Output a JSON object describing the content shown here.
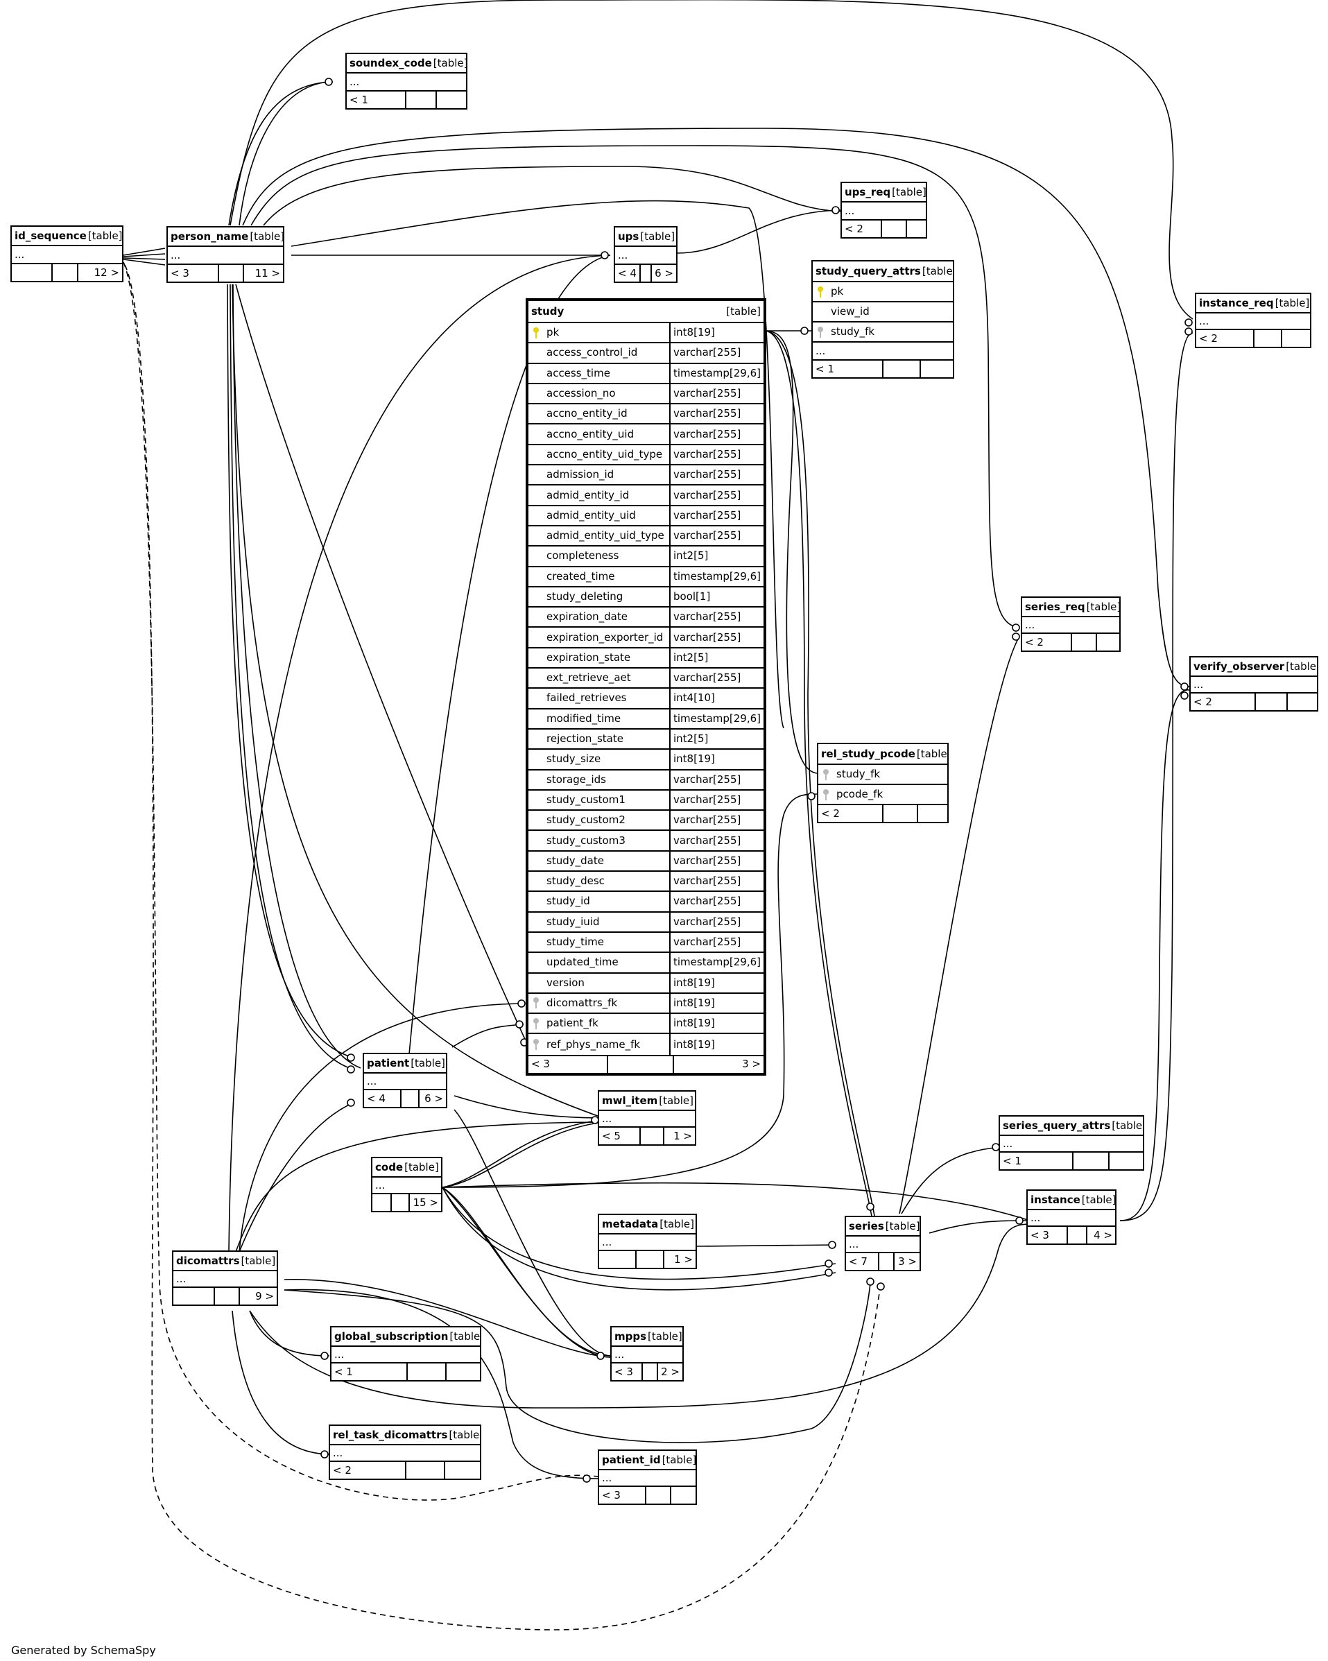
{
  "footer": "Generated by SchemaSpy",
  "tables": {
    "soundex_code": {
      "name": "soundex_code",
      "type": "[table]",
      "row": "...",
      "footer": [
        "< 1",
        "",
        ""
      ]
    },
    "id_sequence": {
      "name": "id_sequence",
      "type": "[table]",
      "row": "...",
      "footer": [
        "",
        "",
        "12 >"
      ]
    },
    "person_name": {
      "name": "person_name",
      "type": "[table]",
      "row": "...",
      "footer": [
        "< 3",
        "",
        "11 >"
      ]
    },
    "ups_req": {
      "name": "ups_req",
      "type": "[table]",
      "row": "...",
      "footer": [
        "< 2",
        "",
        ""
      ]
    },
    "ups": {
      "name": "ups",
      "type": "[table]",
      "row": "...",
      "footer": [
        "< 4",
        "",
        "6 >"
      ]
    },
    "study_query_attrs": {
      "name": "study_query_attrs",
      "type": "[table]",
      "columns": [
        "pk",
        "view_id",
        "study_fk"
      ],
      "row": "...",
      "footer": [
        "< 1",
        "",
        ""
      ]
    },
    "instance_req": {
      "name": "instance_req",
      "type": "[table]",
      "row": "...",
      "footer": [
        "< 2",
        "",
        ""
      ]
    },
    "series_req": {
      "name": "series_req",
      "type": "[table]",
      "row": "...",
      "footer": [
        "< 2",
        "",
        ""
      ]
    },
    "verify_observer": {
      "name": "verify_observer",
      "type": "[table]",
      "row": "...",
      "footer": [
        "< 2",
        "",
        ""
      ]
    },
    "rel_study_pcode": {
      "name": "rel_study_pcode",
      "type": "[table]",
      "columns": [
        "study_fk",
        "pcode_fk"
      ],
      "footer": [
        "< 2",
        "",
        ""
      ]
    },
    "patient": {
      "name": "patient",
      "type": "[table]",
      "row": "...",
      "footer": [
        "< 4",
        "",
        "6 >"
      ]
    },
    "mwl_item": {
      "name": "mwl_item",
      "type": "[table]",
      "row": "...",
      "footer": [
        "< 5",
        "",
        "1 >"
      ]
    },
    "series_query_attrs": {
      "name": "series_query_attrs",
      "type": "[table]",
      "row": "...",
      "footer": [
        "< 1",
        "",
        ""
      ]
    },
    "code": {
      "name": "code",
      "type": "[table]",
      "row": "...",
      "footer": [
        "",
        "",
        "15 >"
      ]
    },
    "metadata": {
      "name": "metadata",
      "type": "[table]",
      "row": "...",
      "footer": [
        "",
        "",
        "1 >"
      ]
    },
    "series": {
      "name": "series",
      "type": "[table]",
      "row": "...",
      "footer": [
        "< 7",
        "",
        "3 >"
      ]
    },
    "instance": {
      "name": "instance",
      "type": "[table]",
      "row": "...",
      "footer": [
        "< 3",
        "",
        "4 >"
      ]
    },
    "dicomattrs": {
      "name": "dicomattrs",
      "type": "[table]",
      "row": "...",
      "footer": [
        "",
        "",
        "9 >"
      ]
    },
    "global_subscription": {
      "name": "global_subscription",
      "type": "[table]",
      "row": "...",
      "footer": [
        "< 1",
        "",
        ""
      ]
    },
    "mpps": {
      "name": "mpps",
      "type": "[table]",
      "row": "...",
      "footer": [
        "< 3",
        "",
        "2 >"
      ]
    },
    "rel_task_dicomattrs": {
      "name": "rel_task_dicomattrs",
      "type": "[table]",
      "row": "...",
      "footer": [
        "< 2",
        "",
        ""
      ]
    },
    "patient_id": {
      "name": "patient_id",
      "type": "[table]",
      "row": "...",
      "footer": [
        "< 3",
        "",
        ""
      ]
    }
  },
  "study": {
    "name": "study",
    "type": "[table]",
    "columns": [
      {
        "name": "pk",
        "type": "int8[19]",
        "key": "pk"
      },
      {
        "name": "access_control_id",
        "type": "varchar[255]"
      },
      {
        "name": "access_time",
        "type": "timestamp[29,6]"
      },
      {
        "name": "accession_no",
        "type": "varchar[255]"
      },
      {
        "name": "accno_entity_id",
        "type": "varchar[255]"
      },
      {
        "name": "accno_entity_uid",
        "type": "varchar[255]"
      },
      {
        "name": "accno_entity_uid_type",
        "type": "varchar[255]"
      },
      {
        "name": "admission_id",
        "type": "varchar[255]"
      },
      {
        "name": "admid_entity_id",
        "type": "varchar[255]"
      },
      {
        "name": "admid_entity_uid",
        "type": "varchar[255]"
      },
      {
        "name": "admid_entity_uid_type",
        "type": "varchar[255]"
      },
      {
        "name": "completeness",
        "type": "int2[5]"
      },
      {
        "name": "created_time",
        "type": "timestamp[29,6]"
      },
      {
        "name": "study_deleting",
        "type": "bool[1]"
      },
      {
        "name": "expiration_date",
        "type": "varchar[255]"
      },
      {
        "name": "expiration_exporter_id",
        "type": "varchar[255]"
      },
      {
        "name": "expiration_state",
        "type": "int2[5]"
      },
      {
        "name": "ext_retrieve_aet",
        "type": "varchar[255]"
      },
      {
        "name": "failed_retrieves",
        "type": "int4[10]"
      },
      {
        "name": "modified_time",
        "type": "timestamp[29,6]"
      },
      {
        "name": "rejection_state",
        "type": "int2[5]"
      },
      {
        "name": "study_size",
        "type": "int8[19]"
      },
      {
        "name": "storage_ids",
        "type": "varchar[255]"
      },
      {
        "name": "study_custom1",
        "type": "varchar[255]"
      },
      {
        "name": "study_custom2",
        "type": "varchar[255]"
      },
      {
        "name": "study_custom3",
        "type": "varchar[255]"
      },
      {
        "name": "study_date",
        "type": "varchar[255]"
      },
      {
        "name": "study_desc",
        "type": "varchar[255]"
      },
      {
        "name": "study_id",
        "type": "varchar[255]"
      },
      {
        "name": "study_iuid",
        "type": "varchar[255]"
      },
      {
        "name": "study_time",
        "type": "varchar[255]"
      },
      {
        "name": "updated_time",
        "type": "timestamp[29,6]"
      },
      {
        "name": "version",
        "type": "int8[19]"
      },
      {
        "name": "dicomattrs_fk",
        "type": "int8[19]",
        "key": "fk"
      },
      {
        "name": "patient_fk",
        "type": "int8[19]",
        "key": "fk"
      },
      {
        "name": "ref_phys_name_fk",
        "type": "int8[19]",
        "key": "fk"
      }
    ],
    "footer": [
      "< 3",
      "",
      "3 >"
    ]
  }
}
